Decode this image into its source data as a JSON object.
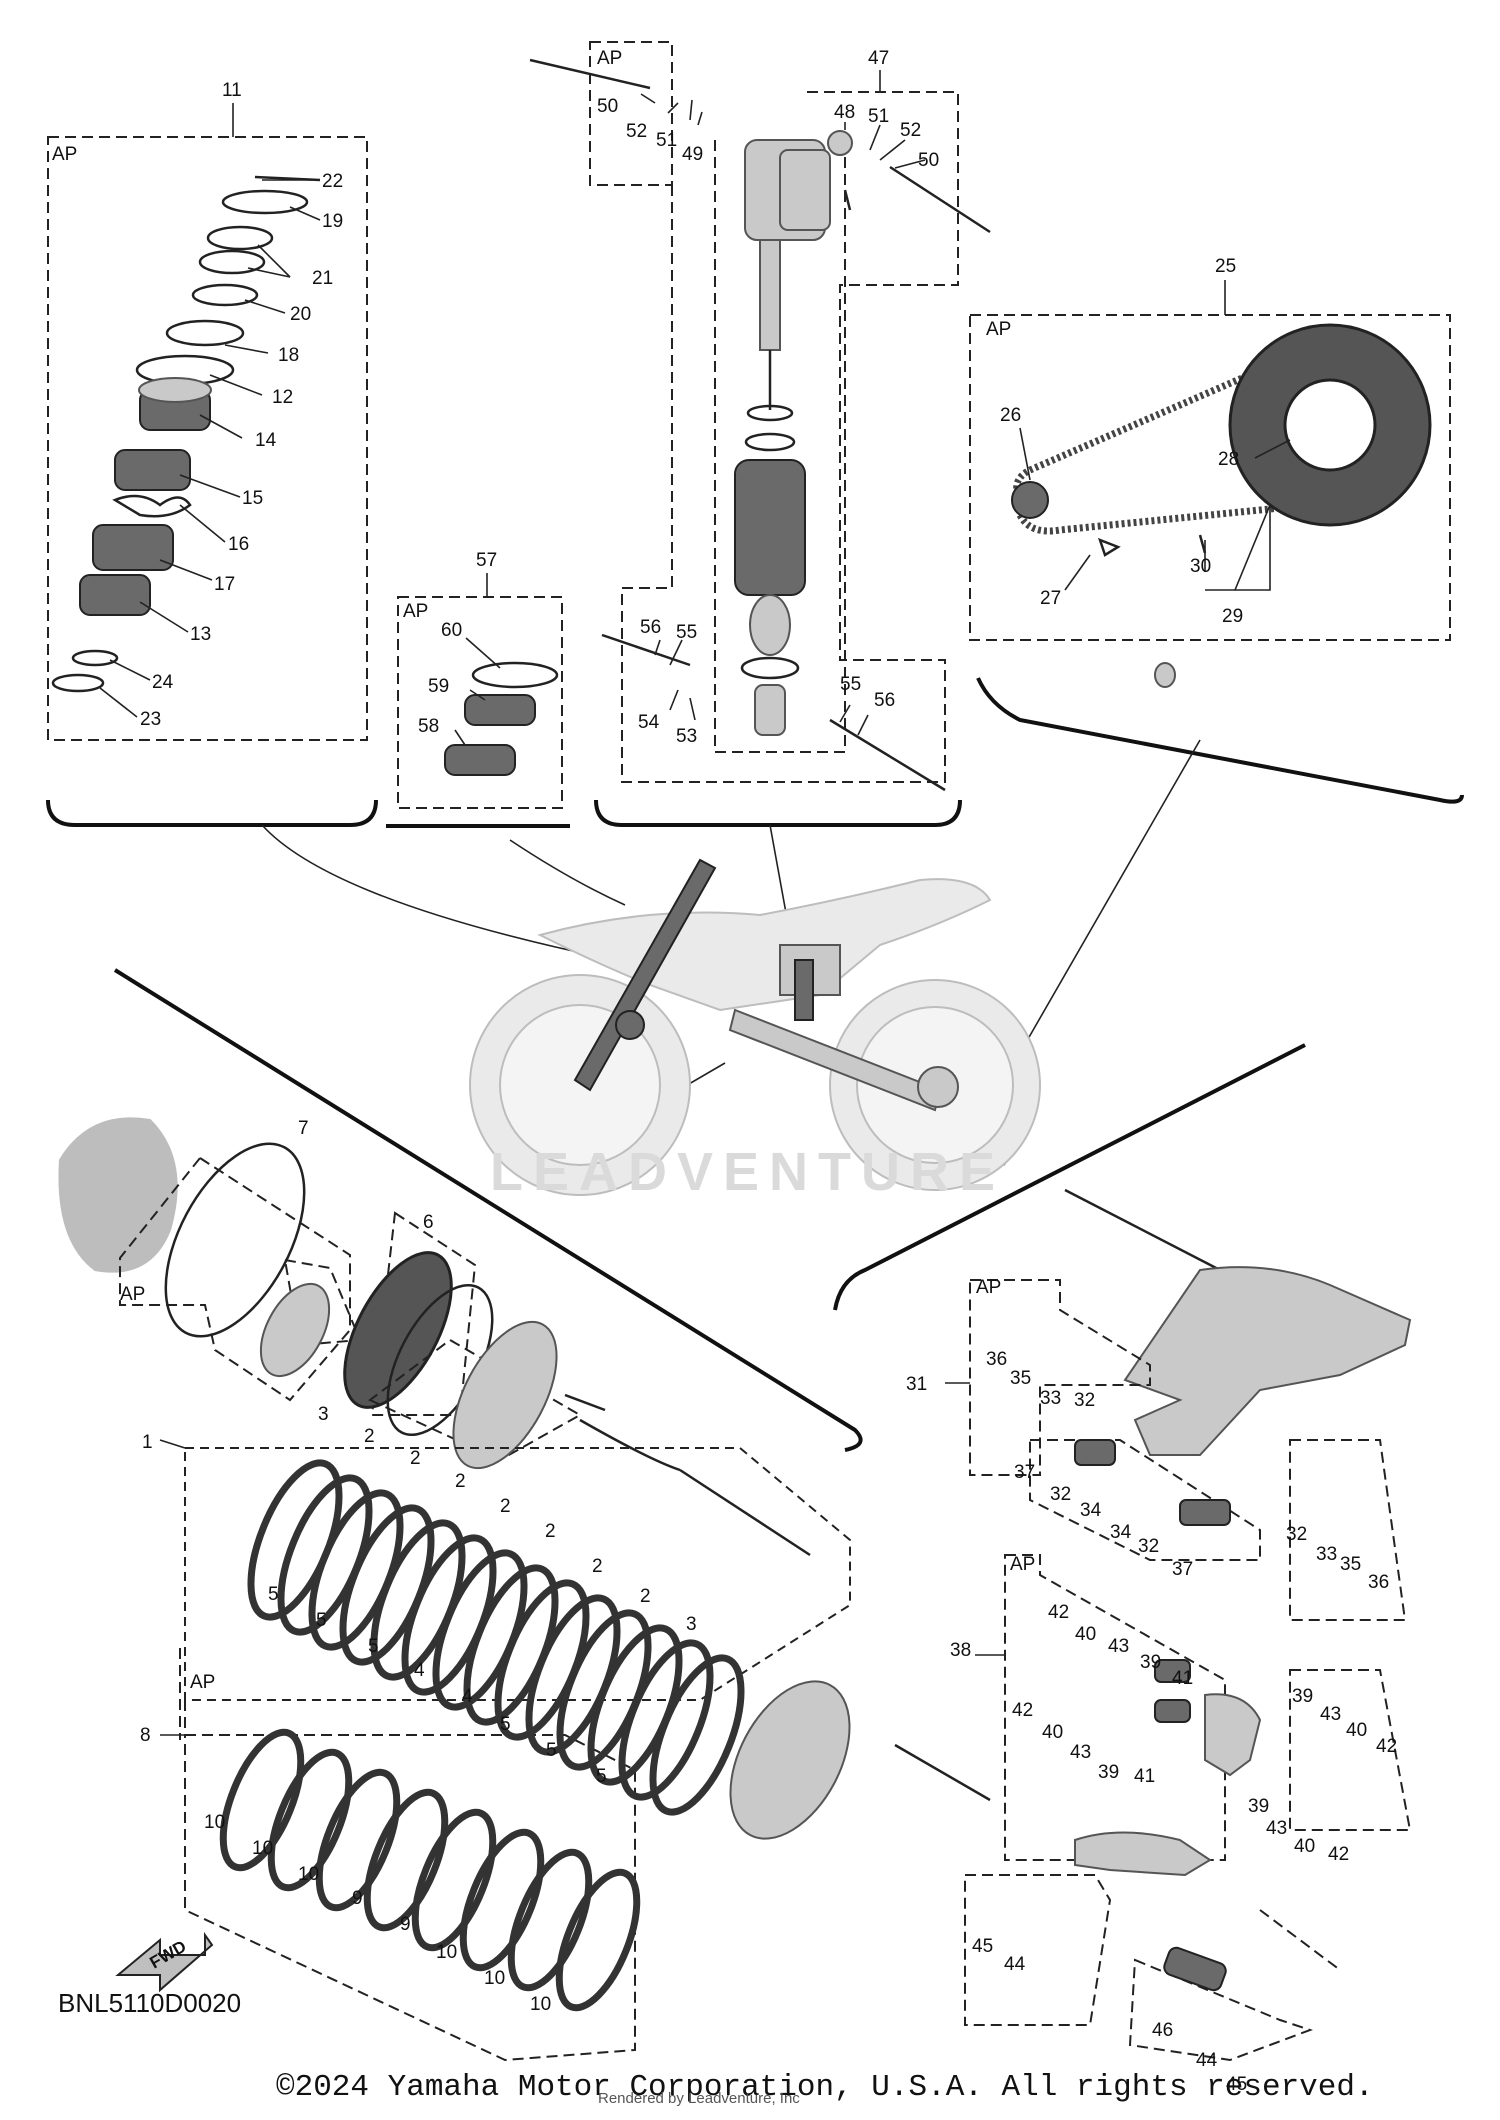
{
  "diagram_code": "BNL5110D0020",
  "copyright": "©2024 Yamaha Motor Corporation, U.S.A. All rights reserved.",
  "rendered_by": "Rendered by Leadventure, Inc",
  "watermark": "LEADVENTURE",
  "ap_label": "AP",
  "fwd_label": "FWD",
  "callouts": [
    {
      "id": "c11",
      "text": "11"
    },
    {
      "id": "c22",
      "text": "22"
    },
    {
      "id": "c19",
      "text": "19"
    },
    {
      "id": "c21",
      "text": "21"
    },
    {
      "id": "c20",
      "text": "20"
    },
    {
      "id": "c18",
      "text": "18"
    },
    {
      "id": "c12",
      "text": "12"
    },
    {
      "id": "c14",
      "text": "14"
    },
    {
      "id": "c15",
      "text": "15"
    },
    {
      "id": "c16",
      "text": "16"
    },
    {
      "id": "c17",
      "text": "17"
    },
    {
      "id": "c13",
      "text": "13"
    },
    {
      "id": "c24",
      "text": "24"
    },
    {
      "id": "c23",
      "text": "23"
    },
    {
      "id": "c57",
      "text": "57"
    },
    {
      "id": "c60",
      "text": "60"
    },
    {
      "id": "c59",
      "text": "59"
    },
    {
      "id": "c58",
      "text": "58"
    },
    {
      "id": "c50a",
      "text": "50"
    },
    {
      "id": "c52a",
      "text": "52"
    },
    {
      "id": "c51a",
      "text": "51"
    },
    {
      "id": "c49",
      "text": "49"
    },
    {
      "id": "c47",
      "text": "47"
    },
    {
      "id": "c48",
      "text": "48"
    },
    {
      "id": "c51b",
      "text": "51"
    },
    {
      "id": "c52b",
      "text": "52"
    },
    {
      "id": "c50b",
      "text": "50"
    },
    {
      "id": "c56a",
      "text": "56"
    },
    {
      "id": "c55a",
      "text": "55"
    },
    {
      "id": "c54",
      "text": "54"
    },
    {
      "id": "c53",
      "text": "53"
    },
    {
      "id": "c55b",
      "text": "55"
    },
    {
      "id": "c56b",
      "text": "56"
    },
    {
      "id": "c25",
      "text": "25"
    },
    {
      "id": "c26",
      "text": "26"
    },
    {
      "id": "c28",
      "text": "28"
    },
    {
      "id": "c27",
      "text": "27"
    },
    {
      "id": "c30",
      "text": "30"
    },
    {
      "id": "c29",
      "text": "29"
    },
    {
      "id": "c7",
      "text": "7"
    },
    {
      "id": "c6",
      "text": "6"
    },
    {
      "id": "c1",
      "text": "1"
    },
    {
      "id": "c3a",
      "text": "3"
    },
    {
      "id": "c2a",
      "text": "2"
    },
    {
      "id": "c2b",
      "text": "2"
    },
    {
      "id": "c2c",
      "text": "2"
    },
    {
      "id": "c2d",
      "text": "2"
    },
    {
      "id": "c2e",
      "text": "2"
    },
    {
      "id": "c2f",
      "text": "2"
    },
    {
      "id": "c2g",
      "text": "2"
    },
    {
      "id": "c3b",
      "text": "3"
    },
    {
      "id": "c5a",
      "text": "5"
    },
    {
      "id": "c5b",
      "text": "5"
    },
    {
      "id": "c5c",
      "text": "5"
    },
    {
      "id": "c4a",
      "text": "4"
    },
    {
      "id": "c4b",
      "text": "4"
    },
    {
      "id": "c5d",
      "text": "5"
    },
    {
      "id": "c5e",
      "text": "5"
    },
    {
      "id": "c5f",
      "text": "5"
    },
    {
      "id": "c8",
      "text": "8"
    },
    {
      "id": "c10a",
      "text": "10"
    },
    {
      "id": "c10b",
      "text": "10"
    },
    {
      "id": "c10c",
      "text": "10"
    },
    {
      "id": "c9a",
      "text": "9"
    },
    {
      "id": "c9b",
      "text": "9"
    },
    {
      "id": "c10d",
      "text": "10"
    },
    {
      "id": "c10e",
      "text": "10"
    },
    {
      "id": "c10f",
      "text": "10"
    },
    {
      "id": "c31",
      "text": "31"
    },
    {
      "id": "c36a",
      "text": "36"
    },
    {
      "id": "c35a",
      "text": "35"
    },
    {
      "id": "c33a",
      "text": "33"
    },
    {
      "id": "c32a",
      "text": "32"
    },
    {
      "id": "c37a",
      "text": "37"
    },
    {
      "id": "c32b",
      "text": "32"
    },
    {
      "id": "c34a",
      "text": "34"
    },
    {
      "id": "c34b",
      "text": "34"
    },
    {
      "id": "c32c",
      "text": "32"
    },
    {
      "id": "c37b",
      "text": "37"
    },
    {
      "id": "c32d",
      "text": "32"
    },
    {
      "id": "c33b",
      "text": "33"
    },
    {
      "id": "c35b",
      "text": "35"
    },
    {
      "id": "c36b",
      "text": "36"
    },
    {
      "id": "c38",
      "text": "38"
    },
    {
      "id": "c42a",
      "text": "42"
    },
    {
      "id": "c40a",
      "text": "40"
    },
    {
      "id": "c43a",
      "text": "43"
    },
    {
      "id": "c39a",
      "text": "39"
    },
    {
      "id": "c41a",
      "text": "41"
    },
    {
      "id": "c42b",
      "text": "42"
    },
    {
      "id": "c40b",
      "text": "40"
    },
    {
      "id": "c43b",
      "text": "43"
    },
    {
      "id": "c39b",
      "text": "39"
    },
    {
      "id": "c41b",
      "text": "41"
    },
    {
      "id": "c39c",
      "text": "39"
    },
    {
      "id": "c43c",
      "text": "43"
    },
    {
      "id": "c40c",
      "text": "40"
    },
    {
      "id": "c42c",
      "text": "42"
    },
    {
      "id": "c39d",
      "text": "39"
    },
    {
      "id": "c43d",
      "text": "43"
    },
    {
      "id": "c40d",
      "text": "40"
    },
    {
      "id": "c42d",
      "text": "42"
    },
    {
      "id": "c45a",
      "text": "45"
    },
    {
      "id": "c44a",
      "text": "44"
    },
    {
      "id": "c46",
      "text": "46"
    },
    {
      "id": "c44b",
      "text": "44"
    },
    {
      "id": "c45b",
      "text": "45"
    }
  ]
}
